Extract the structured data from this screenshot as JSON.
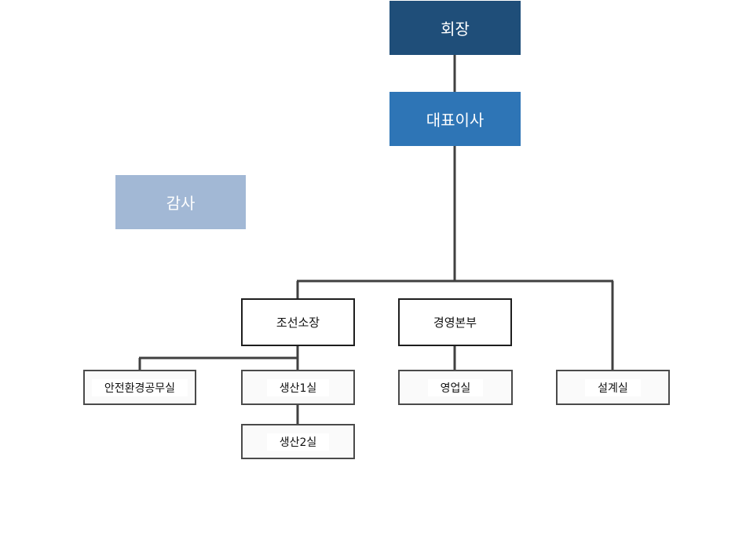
{
  "colors": {
    "chairman_fill": "#1f4e79",
    "ceo_fill": "#2e75b6",
    "audit_fill": "#a2b8d5",
    "connector": "#404040",
    "text_light": "#ffffff",
    "text_dark": "#111111"
  },
  "nodes": {
    "chairman": "회장",
    "ceo": "대표이사",
    "audit": "감사",
    "shipyard": "조선소장",
    "management": "경영본부",
    "safety_environment": "안전환경공무실",
    "production1": "생산1실",
    "production2": "생산2실",
    "sales": "영업실",
    "design": "설계실"
  }
}
